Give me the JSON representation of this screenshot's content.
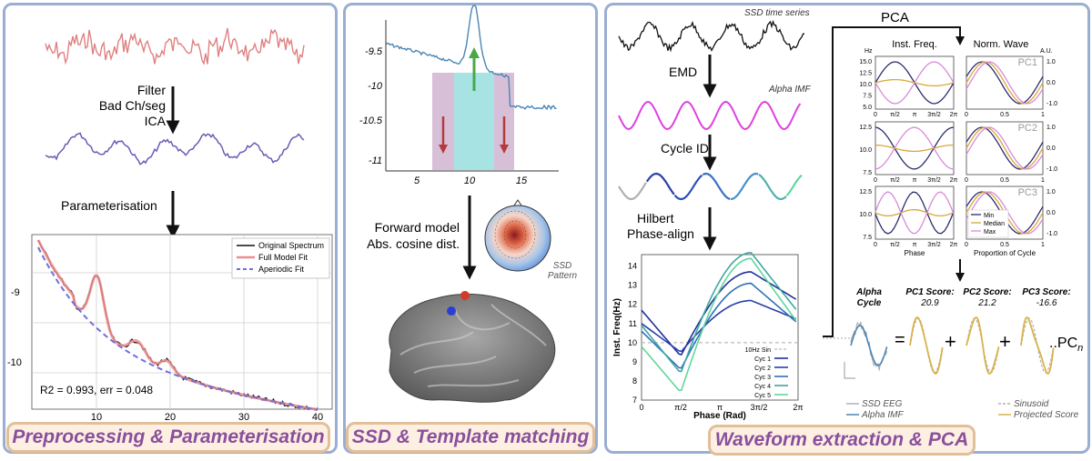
{
  "panel1": {
    "caption": "Preprocessing & Parameterisation",
    "steps": [
      "Filter",
      "Bad Ch/seg",
      "ICA"
    ],
    "param_label": "Parameterisation",
    "spectrum": {
      "legend": [
        "Original Spectrum",
        "Full Model Fit",
        "Aperiodic Fit"
      ],
      "stats": "R2 = 0.993, err = 0.048",
      "xticks": [
        "10",
        "20",
        "30",
        "40"
      ],
      "yticks": [
        "-9",
        "-10"
      ]
    }
  },
  "panel2": {
    "caption": "SSD & Template matching",
    "yticks": [
      "-9.5",
      "-10",
      "-10.5",
      "-11"
    ],
    "xticks": [
      "5",
      "10",
      "15"
    ],
    "forward_lines": [
      "Forward model",
      "Abs. cosine dist."
    ],
    "ssd_pattern_lines": [
      "SSD",
      "Pattern"
    ]
  },
  "panel3": {
    "caption": "Waveform extraction & PCA",
    "labels": {
      "ssd_ts": "SSD time series",
      "emd": "EMD",
      "alpha_imf": "Alpha IMF",
      "cycle_id": "Cycle ID",
      "hilbert": "Hilbert",
      "phase_align": "Phase-align",
      "pca": "PCA",
      "inst_freq": "Inst. Freq.",
      "norm_wave": "Norm. Wave",
      "hz": "Hz",
      "au": "A.U."
    },
    "phase_plot": {
      "ylabel": "Inst. Freq(Hz)",
      "xlabel": "Phase (Rad)",
      "yticks": [
        "7",
        "8",
        "9",
        "10",
        "11",
        "12",
        "13",
        "14"
      ],
      "xticks": [
        "0",
        "π/2",
        "π",
        "3π/2",
        "2π"
      ],
      "legend": [
        "10Hz Sin",
        "Cyc 1",
        "Cyc 2",
        "Cyc 3",
        "Cyc 4",
        "Cyc 5"
      ]
    },
    "pc_labels": [
      "PC1",
      "PC2",
      "PC3"
    ],
    "pc_left_yticks": [
      "15.0",
      "12.5",
      "10.0",
      "7.5",
      "5.0"
    ],
    "pc2_left_yticks": [
      "12.5",
      "10.0",
      "7.5"
    ],
    "pc3_left_yticks": [
      "12.5",
      "10.0",
      "7.5"
    ],
    "pc_right_yticks": [
      "1.0",
      "0.0",
      "-1.0"
    ],
    "pc_xticks_phase": [
      "0",
      "π/2",
      "π",
      "3π/2",
      "2π"
    ],
    "pc_xticks_prop": [
      "0",
      "0.5",
      "1"
    ],
    "pc_xlabel_phase": "Phase",
    "pc_xlabel_prop": "Proportion of Cycle",
    "pc_legend": [
      "Min",
      "Median",
      "Max"
    ],
    "decomp": {
      "alpha_cycle": [
        "Alpha",
        "Cycle"
      ],
      "scores": [
        {
          "title": "PC1 Score:",
          "value": "20.9"
        },
        {
          "title": "PC2 Score:",
          "value": "21.2"
        },
        {
          "title": "PC3 Score:",
          "value": "-16.6"
        }
      ],
      "equals": "=",
      "plus": "+",
      "pc_n": "..PC",
      "pc_n_sub": "n",
      "legend_left": [
        "SSD EEG",
        "Alpha IMF"
      ],
      "legend_right": [
        "Sinusoid",
        "Projected Score"
      ]
    }
  },
  "colors": {
    "panel_border": "#9aaed2",
    "caption_fill": "#fdf0e2",
    "caption_border": "#e2bf98",
    "caption_text": "#8a4f9c",
    "eeg_raw": "#e08080",
    "eeg_filtered": "#6a5db5",
    "spectrum_fit": "#ef8c8c",
    "aperiodic": "#6f6fe0",
    "ssd_trace": "#4a86b5",
    "peak_band": "#a7e3e3",
    "flank_band": "#d8bfd8",
    "arrow_up": "#4aa84a",
    "arrow_down": "#b53b3b",
    "alpha_imf": "#e040e0",
    "cycle_blue": "#2a3fa6",
    "cycle_green": "#5fd79b",
    "pc_min": "#2b2d6b",
    "pc_median": "#d8a83a",
    "pc_max": "#d88ad8",
    "sinusoid": "#b0b0b0",
    "projected": "#d8b34a"
  }
}
